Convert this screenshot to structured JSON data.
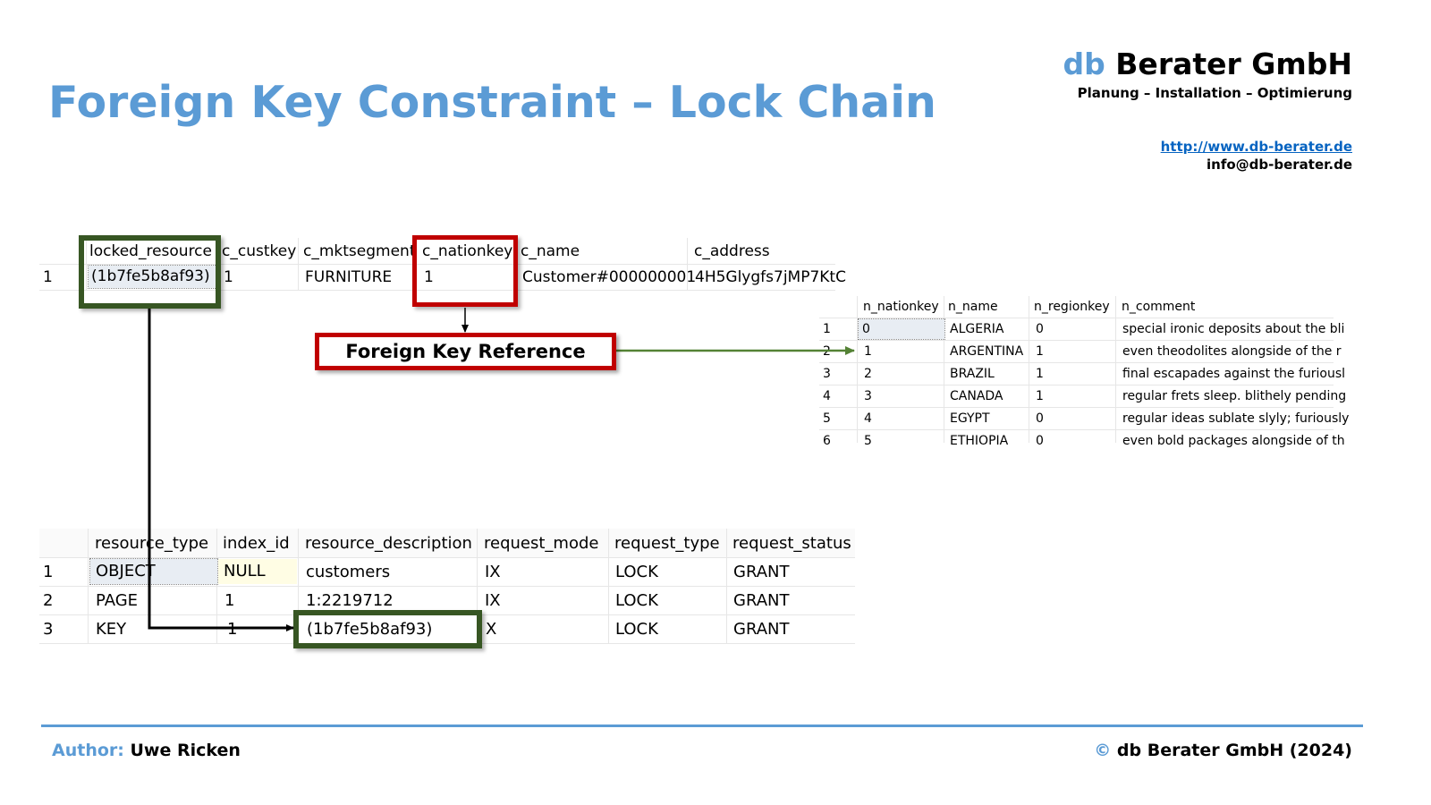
{
  "title": "Foreign Key Constraint – Lock Chain",
  "brand": {
    "prefix": "db",
    "name": "Berater GmbH",
    "tagline": "Planung – Installation – Optimierung",
    "url": "http://www.db-berater.de",
    "email": "info@db-berater.de"
  },
  "customer_grid": {
    "headers": [
      "locked_resource",
      "c_custkey",
      "c_mktsegment",
      "c_nationkey",
      "c_name",
      "c_address"
    ],
    "rows": [
      {
        "num": "1",
        "cells": [
          "(1b7fe5b8af93)",
          "1",
          "FURNITURE",
          "1",
          "Customer#000000001",
          "4H5Glygfs7jMP7KtC"
        ]
      }
    ]
  },
  "fk_label": "Foreign Key Reference",
  "nation_grid": {
    "headers": [
      "n_nationkey",
      "n_name",
      "n_regionkey",
      "n_comment"
    ],
    "rows": [
      {
        "num": "1",
        "cells": [
          "0",
          "ALGERIA",
          "0",
          "special ironic deposits about the bli"
        ]
      },
      {
        "num": "2",
        "cells": [
          "1",
          "ARGENTINA",
          "1",
          "even theodolites alongside of the r"
        ]
      },
      {
        "num": "3",
        "cells": [
          "2",
          "BRAZIL",
          "1",
          "final escapades against the furiousl"
        ]
      },
      {
        "num": "4",
        "cells": [
          "3",
          "CANADA",
          "1",
          "regular frets sleep. blithely pending"
        ]
      },
      {
        "num": "5",
        "cells": [
          "4",
          "EGYPT",
          "0",
          "regular ideas sublate slyly; furiously"
        ]
      },
      {
        "num": "6",
        "cells": [
          "5",
          "ETHIOPIA",
          "0",
          "even bold packages alongside of th"
        ]
      }
    ]
  },
  "locks_grid": {
    "headers": [
      "resource_type",
      "index_id",
      "resource_description",
      "request_mode",
      "request_type",
      "request_status"
    ],
    "rows": [
      {
        "num": "1",
        "cells": [
          "OBJECT",
          "NULL",
          "customers",
          "IX",
          "LOCK",
          "GRANT"
        ]
      },
      {
        "num": "2",
        "cells": [
          "PAGE",
          "1",
          "1:2219712",
          "IX",
          "LOCK",
          "GRANT"
        ]
      },
      {
        "num": "3",
        "cells": [
          "KEY",
          "1",
          "(1b7fe5b8af93)",
          "X",
          "LOCK",
          "GRANT"
        ]
      }
    ]
  },
  "footer": {
    "author_label": "Author:",
    "author_name": "Uwe Ricken",
    "copyright_symbol": "©",
    "copyright_text": "db Berater GmbH (2024)"
  },
  "colors": {
    "title_blue": "#5b9bd5",
    "highlight_green": "#375623",
    "highlight_red": "#c00000",
    "arrow_green": "#548235"
  }
}
